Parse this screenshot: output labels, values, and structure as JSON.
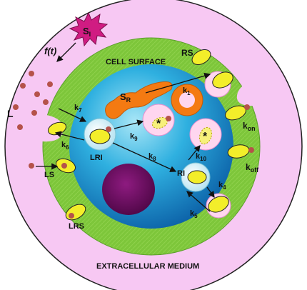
{
  "labels": {
    "si": "S",
    "si_sub": "I",
    "ft": "f(t)",
    "cell_surface": "CELL SURFACE",
    "rs": "RS",
    "l": "L",
    "sr": "S",
    "sr_sub": "R",
    "k1": "k",
    "k1_sub": "1",
    "k7": "k",
    "k7_sub": "7",
    "k6": "k",
    "k6_sub": "6",
    "k9": "k",
    "k9_sub": "9",
    "k8": "k",
    "k8_sub": "8",
    "k10": "k",
    "k10_sub": "10",
    "k4": "k",
    "k4_sub": "4",
    "k5": "k",
    "k5_sub": "5",
    "kon": "k",
    "kon_sub": "on",
    "koff": "k",
    "koff_sub": "off",
    "lri": "LRI",
    "ri": "RI",
    "ls": "LS",
    "lrs": "LRS",
    "star1": "*",
    "star2": "*",
    "extracellular": "EXTRACELLULAR MEDIUM"
  },
  "colors": {
    "medium": "#f7c8f3",
    "membrane": "#7dc63a",
    "cytoplasm": "#2aa7d9",
    "nucleus": "#6a0a5e",
    "receptor": "#f3ee2a",
    "ligand": "#b5524a",
    "signal": "#d01c82",
    "organelle": "#f47a12",
    "vesicle": "#ffd6ef",
    "endosome": "#bfe6f2"
  }
}
